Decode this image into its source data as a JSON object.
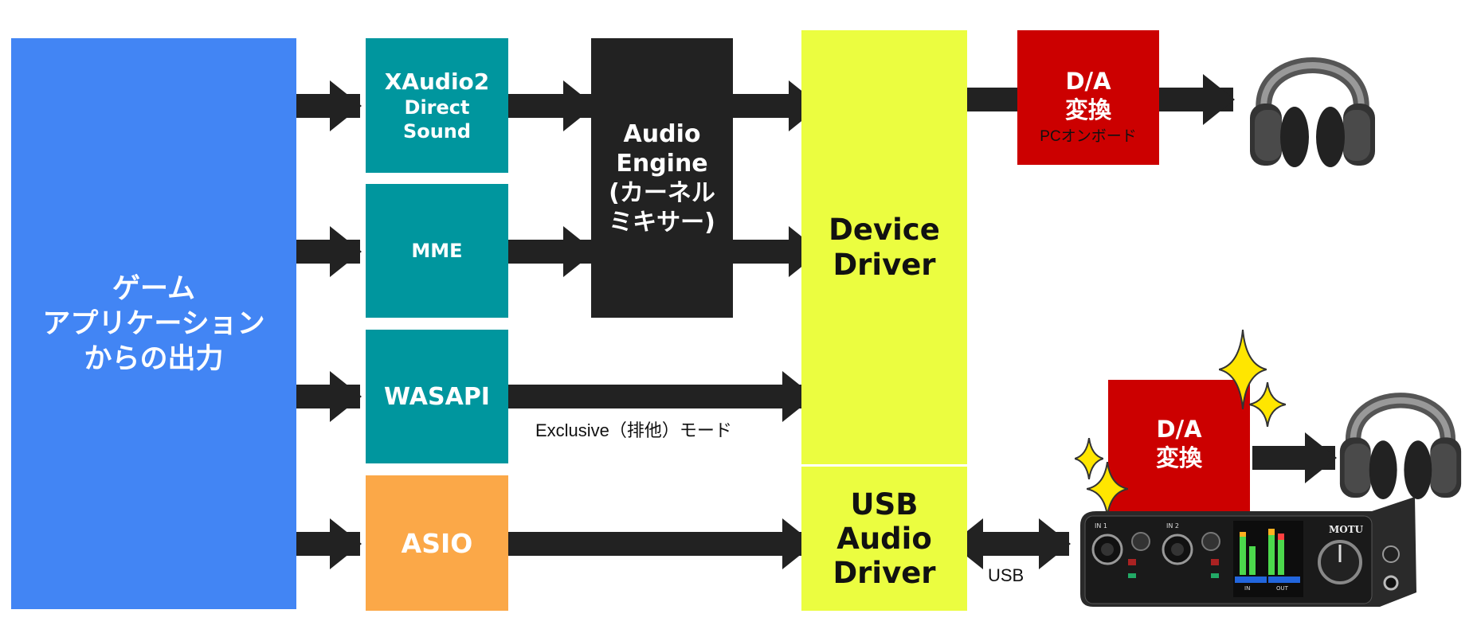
{
  "colors": {
    "app_blue": "#4285F4",
    "api_teal": "#00969E",
    "asio_orange": "#FBA848",
    "engine_black": "#222222",
    "driver_yellow": "#EBFD40",
    "da_red": "#CC0000",
    "arrow_black": "#222222"
  },
  "nodes": {
    "game_app": {
      "lines": [
        "ゲーム",
        "アプリケーション",
        "からの出力"
      ]
    },
    "xaudio2": {
      "line1": "XAudio2",
      "line2": "Direct",
      "line3": "Sound"
    },
    "mme": {
      "label": "MME"
    },
    "wasapi": {
      "label": "WASAPI"
    },
    "asio": {
      "label": "ASIO"
    },
    "audio_engine": {
      "lines": [
        "Audio",
        "Engine",
        "(カーネル",
        "ミキサー)"
      ]
    },
    "device_driver": {
      "lines": [
        "Device",
        "Driver"
      ]
    },
    "usb_audio_driver": {
      "lines": [
        "USB",
        "Audio",
        "Driver"
      ]
    },
    "da_onboard": {
      "line1": "D/A",
      "line2": "変換",
      "sublabel": "PCオンボード"
    },
    "da_usb": {
      "line1": "D/A",
      "line2": "変換"
    }
  },
  "labels": {
    "exclusive_mode": "Exclusive（排他）モード",
    "usb": "USB",
    "interface_brand": "MOTU",
    "interface_in1": "IN 1",
    "interface_in2": "IN 2",
    "meter_in": "IN",
    "meter_out": "OUT"
  },
  "icons": [
    "headphones-icon",
    "sparkle-icon",
    "audio-interface-icon"
  ]
}
